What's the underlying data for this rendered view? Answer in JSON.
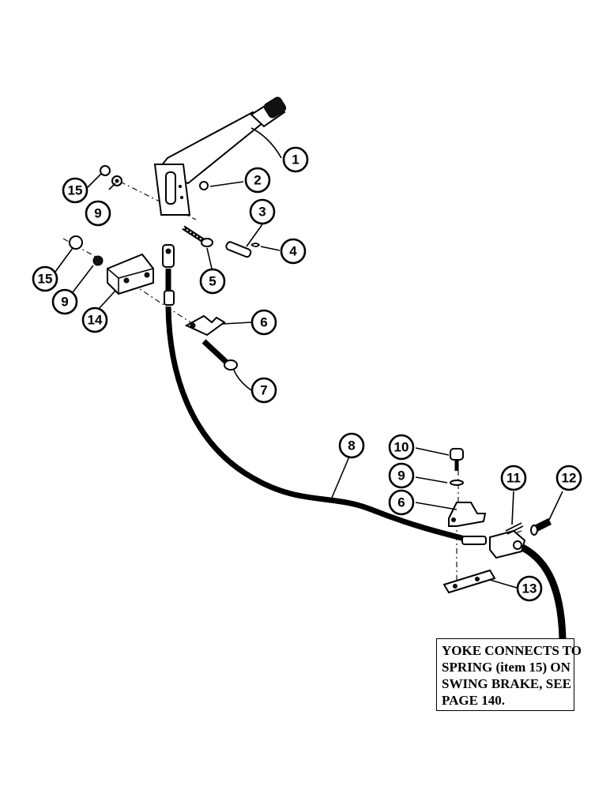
{
  "callouts": {
    "c1": "1",
    "c2": "2",
    "c3": "3",
    "c4": "4",
    "c5": "5",
    "c6a": "6",
    "c6b": "6",
    "c7": "7",
    "c8": "8",
    "c9a": "9",
    "c9b": "9",
    "c9c": "9",
    "c10": "10",
    "c11": "11",
    "c12": "12",
    "c13": "13",
    "c14": "14",
    "c15a": "15",
    "c15b": "15"
  },
  "note": {
    "line1": "YOKE CONNECTS TO",
    "line2": "SPRING (item 15) ON",
    "line3": "SWING BRAKE, SEE",
    "line4": "PAGE 140."
  }
}
